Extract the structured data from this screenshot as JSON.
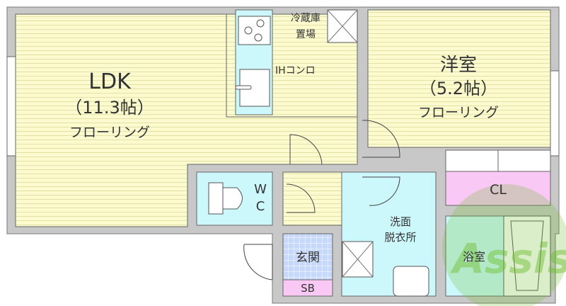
{
  "rooms": {
    "ldk": {
      "name": "LDK",
      "size": "（11.3帖）",
      "floor": "フローリング"
    },
    "western": {
      "name": "洋室",
      "size": "（5.2帖）",
      "floor": "フローリング"
    },
    "fridge": {
      "line1": "冷蔵庫",
      "line2": "置場"
    },
    "stove": "IHコンロ",
    "wc": {
      "line1": "W",
      "line2": "C"
    },
    "closet": "CL",
    "washroom": {
      "line1": "洗面",
      "line2": "脱衣所"
    },
    "bath": "浴室",
    "entrance": "玄関",
    "shoebox": "SB"
  },
  "logo": "Assist",
  "colors": {
    "floor": "#fbfbcf",
    "wall": "#c8c8c8",
    "water": "#cdf8fb",
    "storage": "#f9c8f4",
    "entrance": "#c8d8f8",
    "logo": "#6cbd2c"
  }
}
